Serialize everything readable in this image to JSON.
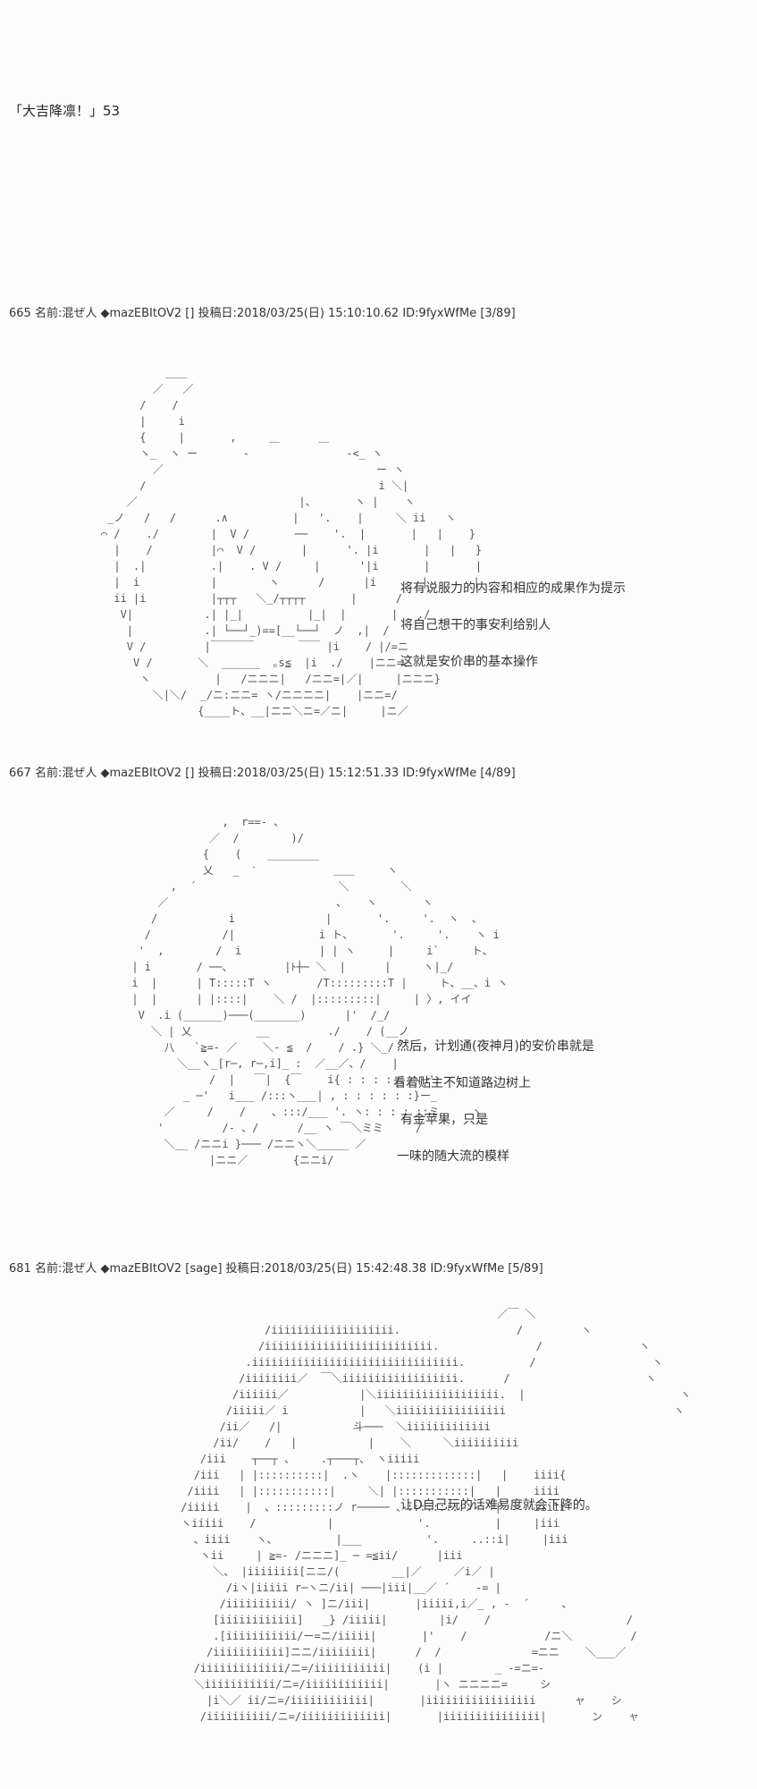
{
  "title": "「大吉降凛！」53",
  "posts": [
    {
      "header": "665 名前:混ぜ人 ◆mazEBItOV2 [] 投稿日:2018/03/25(日) 15:10:10.62 ID:9fyxWfMe [3/89]",
      "captions": [
        "将有说服力的内容和相应的成果作为提示",
        "将自己想干的事安利给别人",
        "这就是安价串的基本操作"
      ]
    },
    {
      "header": "667 名前:混ぜ人 ◆mazEBItOV2 [] 投稿日:2018/03/25(日) 15:12:51.33 ID:9fyxWfMe [4/89]",
      "captions": [
        "然后，计划通(夜神月)的安价串就是",
        "看着贴主不知道路边树上",
        "有金苹果，只是",
        "一味的随大流的模样"
      ]
    },
    {
      "header": "681 名前:混ぜ人 ◆mazEBItOV2 [sage] 投稿日:2018/03/25(日) 15:42:48.38 ID:9fyxWfMe [5/89]",
      "captions": [
        "让D自己玩的话难易度就会下降的。"
      ]
    }
  ],
  "art": [
    "              ＿＿\n            ／   ／\n          /    /\n          |     i\n          {     |       ,     ＿      ＿\n          ヽ_  ヽ ー       -               -<_ ヽ\n            ／                                 ー ヽ\n          /                                    i ＼|\n        ／                         |、      ヽ |    ヽ\n     _ノ   /   /      .∧          |   '.    |     ＼ ii   ヽ\n    ⌒ /    ./        |  V /       ──    '.  |       |   |    }\n      |    /         |⌒  V /       |      '. |i       |   |   }\n      |  .|          .|    . V /     |      '|i       |       |\n      |  i           |        ヽ      /      |i       |       |\n      ii |i          |┬┬┬   ＼_/┬┬┬┬       |      /\n       V|           .| |_|          |_|  |       |   ./\n        |           .| └──┘_)==[__└──┘  ノ  ,|  /\n        V /         |￣￣￣￣       ￣￣ |i    / |/=ニ\n         V /       ＼  ______  ｡s≦  |i  ./    |ニニ=、\n          ヽ          |   /ニニニ|   /ニニ=|／|     |ニニニ}\n            ＼|＼/  _/ニ:ニニ= ヽ/ニニニニ|    |ニニ=/\n                   {____ト、__|ニニ＼ニ=／ニ|     |ニ／",
    "                    ,  r==- 、\n                  ／  /        )/\n                 {    (    ________\n                 乂   _  ˋ            ＿＿     ヽ\n            ,  ´                      ＼        ＼\n          ／                          、   ヽ       ヽ\n         /           i              |       '.     '.  ヽ  、\n        /           /|             i ト、      '.     '.    ヽ i\n       '  ,        /  i            | | ヽ     |     i`     ト、\n      | i       / ──、        |ﾄ┼─ ＼  |      |     ヽ|_/\n      i  |      | T:::::T ヽ       /T:::::::::T |     ト、__、i ヽ\n      |  |      | |::::|    ＼ /  |:::::::::|     | 〉, イイ\n       V  .i (______)───(_______)      |'  /_/\n         ＼ | 乂          __         ./    / (__ノ\n           八   `≧=- ／    ＼- ≦  /    / .} ＼_/\n             ＼__ヽ_[r─, r─,i]_ :  ／__／、/    |\n                  /  |   ￣|  {￣    i{ : : : : : ヽ─'\n              _ ─'   i___ /:::ヽ___| , : : : : : :}ー_\n           ／     /    /    、:::/___ '. ヽ: : : : ::ミ     ヽ\n          '         /- 、/      /__ ヽ ￣＼ミミ     /\n           ＼__ /ニニi }─── /ニニヽ＼_____ ／\n                  |ニニ／       {ニニi/",
    "                                                           ／￣ ＼\n                       /iiiiiiiiiiiiiiiiiii.                  /         ヽ\n                      /iiiiiiiiiiiiiiiiiiiiiiiiii.               /               ヽ\n                    .iiiiiiiiiiiiiiiiiiiiiiiiiiiiiiii.          /                  ヽ\n                   /iiiiiiii／  ￣＼iiiiiiiiiiiiiiiiii.      /                     ヽ\n                  /iiiiii／           |＼iiiiiiiiiiiiiiiiiii.  |                        ヽ\n                 /iiiii／ i           |   ＼iiiiiiiiiiiiiiiii                          ヽ\n                /ii／   /|           斗───  ＼iiiiiiiiiiiii\n               /ii/    /   |           |    ＼     ＼iiiiiiiiii\n             /iii    ┬──┬ 、    .┬───┬、 ヽiiiii\n            /iii   | |::::::::::|  .ヽ    |:::::::::::::|   |    iiii{\n           /iiii   | |:::::::::::|     ＼| |:::::::::::|   |     iiii\n          /iiiii    |  、:::::::::ノ r───── 、:::::::::ノ   |     iiiii\n          ヽiiiii    /           |             '.          |     |iii\n            、iiii    ヽ、         |___          '.     ..::i|     |iii\n             ヽii     | ≧=- /ニニニ]_ ─ =≦ii/      |iii\n               ＼、 |iiiiiiii[ニニ/(        __|／     ／i／ |\n                 /iヽ|iiiii r─ヽニ/ii| ───|iii|__／ ´    -= |\n                /iiiiiiiiii/ ヽ ]ニ/iii|       |iiiii,i／_ , -  ´     、\n               [iiiiiiiiiiii]   _} /iiiii|        |i/    /                     /\n               .[iiiiiiiiiii/ー=ニ/iiiii|       |'    /            /ニ＼         /\n              /iiiiiiiiiii]ニニ/iiiiiiii|      /  /              =ニニ    ＼___／\n            /iiiiiiiiiiiii/ニ=/iiiiiiiiiii|    (i |        _ -=ニ=-\n            ＼iiiiiiiiiii/ニ=/iiiiiiiiiiii|       |ヽ ニニニニ=     シ\n              |i＼／ ii/ニ=/iiiiiiiiiiii|       |iiiiiiiiiiiiiiiii      ャ    シ\n             /iiiiiiiiii/ニ=/iiiiiiiiiiiii|       |iiiiiiiiiiiiiii|       ン    ャ"
  ]
}
